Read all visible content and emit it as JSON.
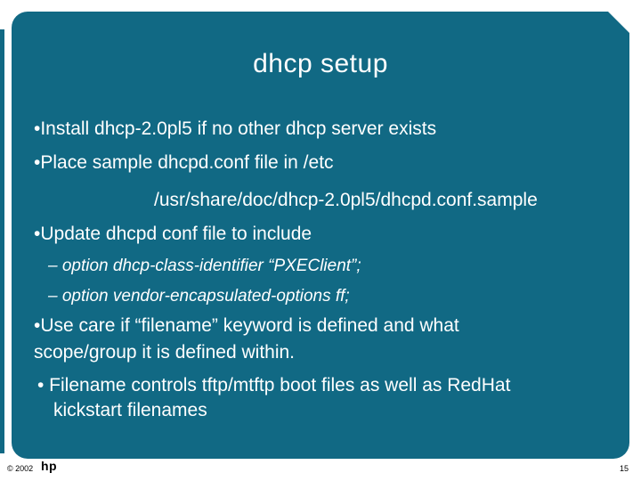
{
  "slide": {
    "title": "dhcp setup",
    "items": [
      "•Install dhcp-2.0pl5 if no other dhcp server exists",
      "•Place sample dhcpd.conf file in /etc",
      "/usr/share/doc/dhcp-2.0pl5/dhcpd.conf.sample",
      "•Update dhcpd conf file to include",
      "– option dhcp-class-identifier “PXEClient”;",
      "– option vendor-encapsulated-options ff;",
      "•Use care if “filename” keyword is defined and what\nscope/group it is defined within.",
      "• Filename controls tftp/mtftp boot files as well as RedHat\nkickstart filenames"
    ],
    "footer": {
      "copyright": "© 2002",
      "logo": "hp",
      "page_number": "15"
    },
    "colors": {
      "background": "#ffffff",
      "panel": "#116984",
      "text": "#ffffff",
      "footer_text": "#000000"
    }
  }
}
